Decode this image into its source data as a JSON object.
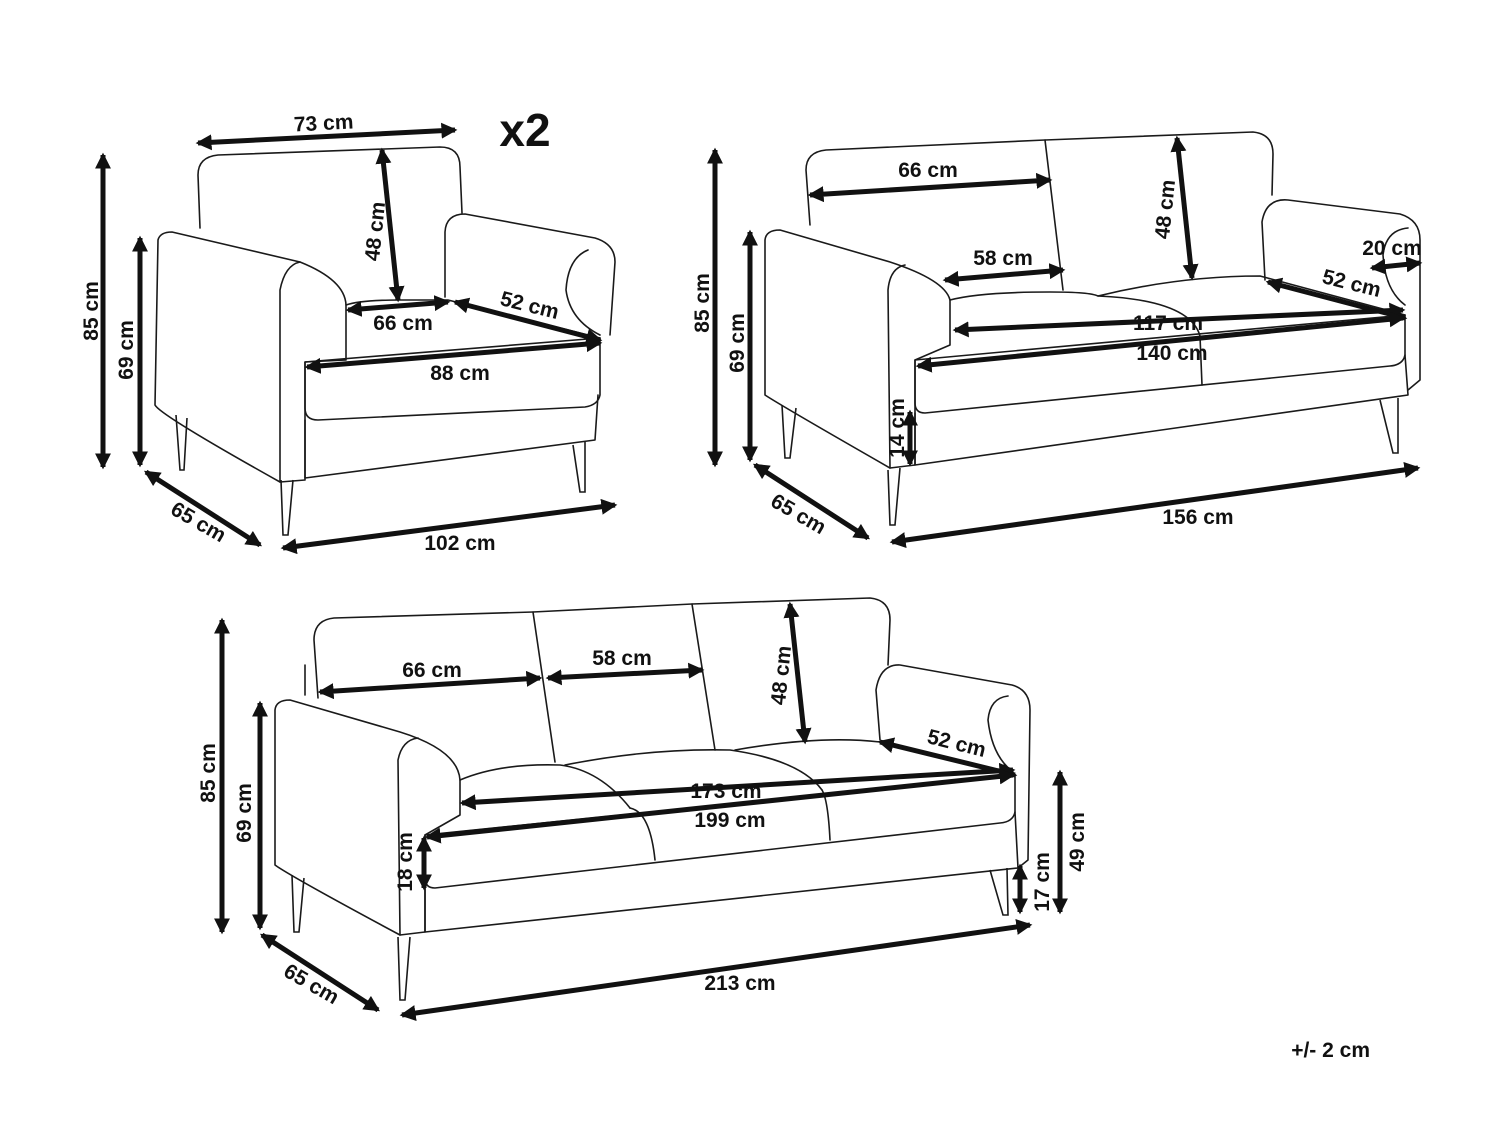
{
  "colors": {
    "line": "#1a1a1a",
    "arrow": "#111111",
    "background": "#ffffff"
  },
  "armchair": {
    "multiplier": "x2",
    "dims": {
      "width_top": "73 cm",
      "height_total": "85 cm",
      "height_arm": "69 cm",
      "back_height": "48 cm",
      "seat_width_back": "66 cm",
      "seat_depth": "52 cm",
      "seat_width_front": "88 cm",
      "depth": "65 cm",
      "width_total": "102 cm"
    }
  },
  "loveseat": {
    "dims": {
      "back_cushion_width": "66 cm",
      "back_height": "48 cm",
      "seat_cushion_width": "58 cm",
      "arm_width": "20 cm",
      "seat_depth": "52 cm",
      "seat_width_back": "117 cm",
      "seat_width_front": "140 cm",
      "height_total": "85 cm",
      "height_arm": "69 cm",
      "leg_height": "14 cm",
      "depth": "65 cm",
      "width_total": "156 cm"
    }
  },
  "sofa": {
    "dims": {
      "back_cushion_width": "66 cm",
      "seat_cushion_width": "58 cm",
      "back_height": "48 cm",
      "seat_depth": "52 cm",
      "seat_width_back": "173 cm",
      "seat_width_front": "199 cm",
      "height_total": "85 cm",
      "height_arm": "69 cm",
      "seat_thickness": "18 cm",
      "seat_height": "49 cm",
      "leg_height": "17 cm",
      "depth": "65 cm",
      "width_total": "213 cm"
    }
  },
  "tolerance": "+/- 2 cm"
}
